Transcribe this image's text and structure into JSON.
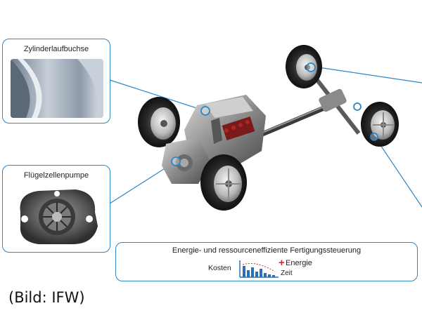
{
  "callouts": {
    "cylinder": {
      "title": "Zylinderlaufbuchse"
    },
    "pump": {
      "title": "Flügelzellenpumpe"
    }
  },
  "bottom": {
    "title": "Energie- und ressourceneffiziente Fertigungssteuerung",
    "costs": "Kosten",
    "energy": "Energie",
    "plus": "+",
    "time": "Zeit"
  },
  "credit": "(Bild: IFW)",
  "colors": {
    "accent": "#2d86c6",
    "energy_plus": "#d6263a",
    "bars": "#2b6fb5"
  }
}
